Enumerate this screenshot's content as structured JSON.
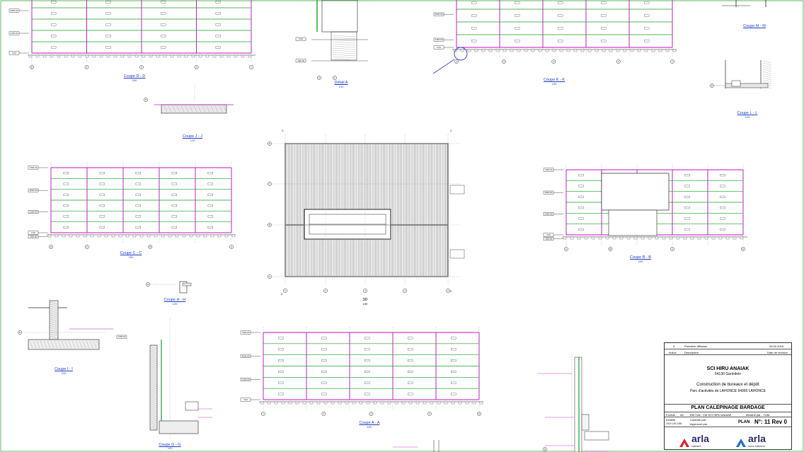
{
  "sections": [
    {
      "id": "coupe-dd",
      "title": "Coupe D - D",
      "scale": "1/50"
    },
    {
      "id": "detail-a",
      "title": "Détail A",
      "scale": "1/10"
    },
    {
      "id": "coupe-kk",
      "title": "Coupe K - K",
      "scale": "1/50"
    },
    {
      "id": "coupe-mm",
      "title": "Coupe M - M",
      "scale": ""
    },
    {
      "id": "coupe-ll",
      "title": "Coupe L - L",
      "scale": "1/20"
    },
    {
      "id": "coupe-jj",
      "title": "Coupe J - J",
      "scale": "1/20"
    },
    {
      "id": "coupe-cc",
      "title": "Coupe C - C",
      "scale": "1/50"
    },
    {
      "id": "coupe-bb",
      "title": "Coupe B - B",
      "scale": "1/50"
    },
    {
      "id": "plan-3d",
      "title": "3D",
      "scale": "1/50"
    },
    {
      "id": "coupe-hh",
      "title": "Coupe H - H",
      "scale": "1/20"
    },
    {
      "id": "coupe-ii",
      "title": "Coupe I - I",
      "scale": "1/20"
    },
    {
      "id": "coupe-gg",
      "title": "Coupe G - G",
      "scale": "1/20"
    },
    {
      "id": "coupe-aa",
      "title": "Coupe A - A",
      "scale": "1/50"
    }
  ],
  "levels": [
    "7300.00",
    "4500.00",
    "2150.00",
    "0.00",
    "-300.00"
  ],
  "axes_bc": [
    "D",
    "C",
    "B",
    "A"
  ],
  "axes_num": [
    "1",
    "2",
    "3",
    "4"
  ],
  "title_block": {
    "revision_index": "0",
    "revision_desc": "Première diffusion",
    "revision_date": "04.02.2015",
    "col_indice": "Indice",
    "col_description": "Description",
    "col_date": "Date de révision",
    "client": "SCI HIRU ANAIAK",
    "client_city": "64130 Garindein",
    "project": "Construction de bureaux et dépôt",
    "site": "Parc d'activités de LAHONCE 64990 LAHONCE",
    "drawing_title": "PLAN CALEPINAGE BARDAGE",
    "format_label": "Format :",
    "format_value": "A0",
    "ref_label": "Réf Cde:",
    "ref_value": "CM SCI HIRU ANAIAK",
    "drawn_label": "dessiné par :",
    "drawn_value": "HJM",
    "scale_label": "Echelle :",
    "scale_values": "1/10  1/20  1/50",
    "checked_label": "Contrôlé par :",
    "approved_label": "Approuvé par :",
    "plan_label": "PLAN",
    "number_text": "N°: 11 Rev 0"
  },
  "logos": [
    {
      "name": "arla",
      "sub": "bâtiment"
    },
    {
      "name": "arla",
      "sub": "Adour bâtiment"
    }
  ]
}
